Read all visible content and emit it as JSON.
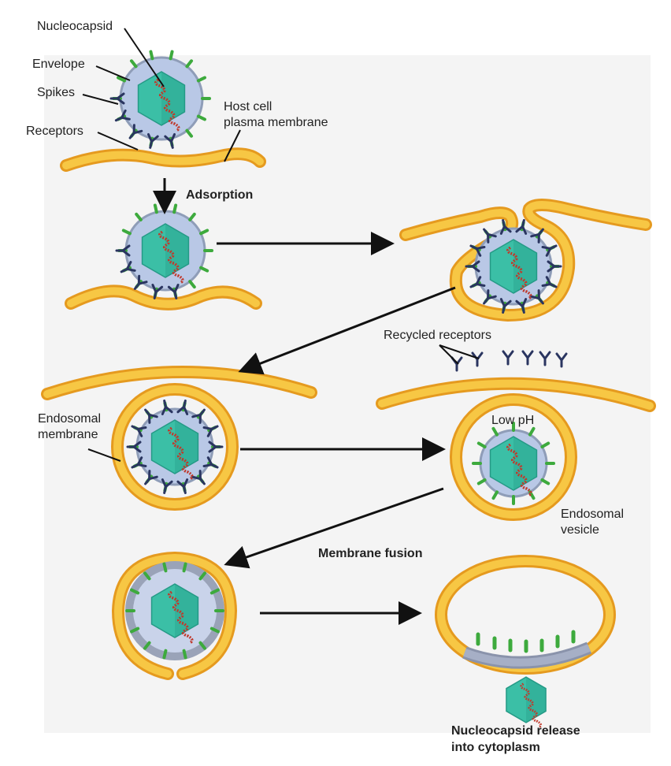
{
  "labels": {
    "nucleocapsid": "Nucleocapsid",
    "envelope": "Envelope",
    "spikes": "Spikes",
    "receptors": "Receptors",
    "host_cell_1": "Host cell",
    "host_cell_2": "plasma membrane",
    "adsorption": "Adsorption",
    "recycled_receptors": "Recycled receptors",
    "endosomal_membrane_1": "Endosomal",
    "endosomal_membrane_2": "membrane",
    "low_ph": "Low pH",
    "endosomal_vesicle_1": "Endosomal",
    "endosomal_vesicle_2": "vesicle",
    "membrane_fusion": "Membrane fusion",
    "release_1": "Nucleocapsid release",
    "release_2": "into cytoplasm"
  },
  "colors": {
    "membrane_fill": "#f7c744",
    "membrane_edge": "#e59a1f",
    "envelope": "#b9c8e6",
    "envelope_edge": "#8f9db8",
    "capsid": "#3bbfa6",
    "capsid_dark": "#259a86",
    "spike": "#3daa3d",
    "receptor": "#2a3560",
    "genome": "#c0392b",
    "arrow": "#111111",
    "fused_envelope": "#9aa3b8"
  }
}
